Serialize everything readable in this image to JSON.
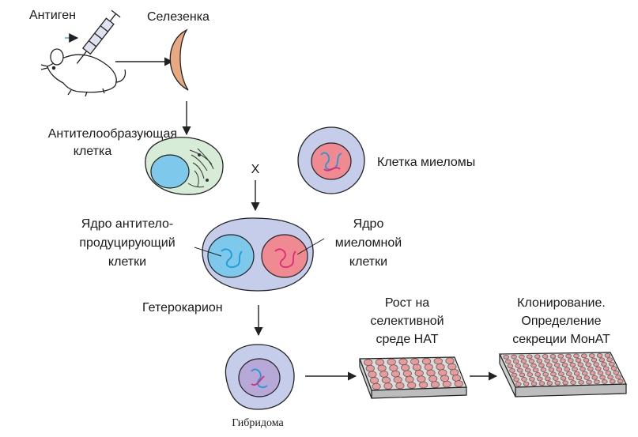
{
  "labels": {
    "antigen": "Антиген",
    "spleen": "Селезенка",
    "antibody_cell_line1": "Антителообразующая",
    "antibody_cell_line2": "клетка",
    "cross": "X",
    "myeloma_cell": "Клетка миеломы",
    "nucleus_ab_line1": "Ядро антитело-",
    "nucleus_ab_line2": "продуцирующий",
    "nucleus_ab_line3": "клетки",
    "nucleus_my_line1": "Ядро",
    "nucleus_my_line2": "миеломной",
    "nucleus_my_line3": "клетки",
    "heterokaryon": "Гетерокарион",
    "growth_line1": "Рост на",
    "growth_line2": "селективной",
    "growth_line3": "среде HAT",
    "cloning_line1": "Клонирование.",
    "cloning_line2": "Определение",
    "cloning_line3": "секреции МонАТ",
    "hybridoma": "Гибридома"
  },
  "colors": {
    "cell_body": "#c5cdea",
    "cell_outline": "#333333",
    "blue_nucleus": "#7ec8ec",
    "pink_nucleus": "#f08a92",
    "dna_blue": "#1e9ad6",
    "dna_pink": "#e0287a",
    "spleen": "#e8a882",
    "plasma_cell": "#d6ecd6",
    "plate_top": "#dcdcdc",
    "well": "#e99a9a",
    "syringe_arrow": "#38a8d8"
  },
  "icons": [
    "mouse-icon",
    "syringe-icon",
    "spleen-icon",
    "plate-icon"
  ]
}
